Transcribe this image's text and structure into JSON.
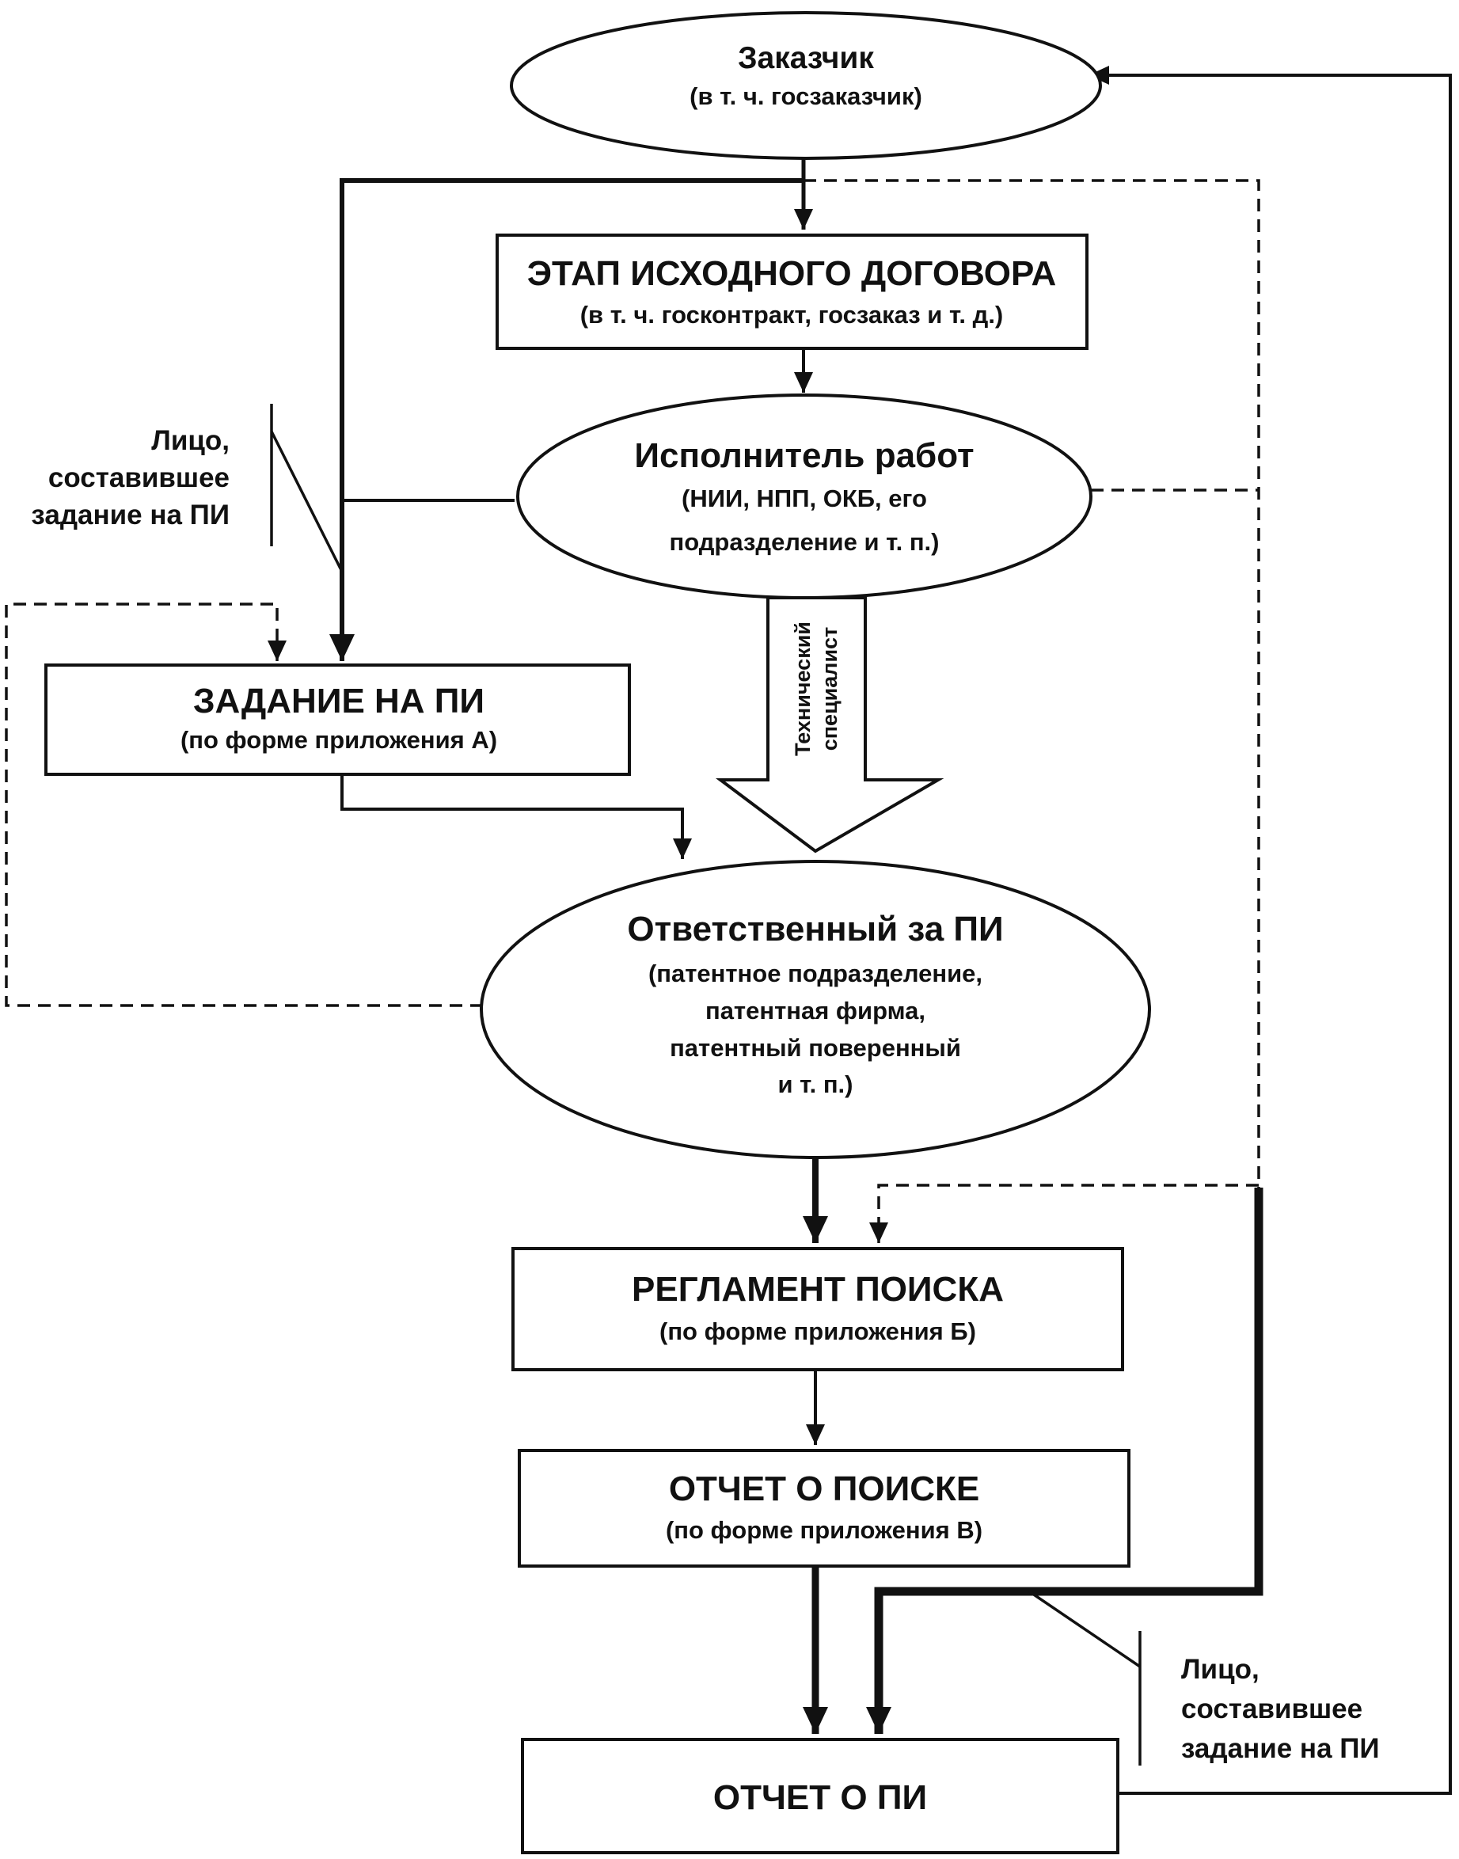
{
  "nodes": {
    "customer": {
      "title": "Заказчик",
      "subtitle": "(в т. ч. госзаказчик)"
    },
    "contract_stage": {
      "title": "ЭТАП ИСХОДНОГО ДОГОВОРА",
      "subtitle": "(в т. ч. госконтракт, госзаказ и т. д.)"
    },
    "executor": {
      "title": "Исполнитель работ",
      "line2": "(НИИ, НПП, ОКБ, его",
      "line3": "подразделение и т. п.)"
    },
    "pi_task": {
      "title": "ЗАДАНИЕ НА ПИ",
      "subtitle": "(по форме приложения А)"
    },
    "responsible": {
      "title": "Ответственный за ПИ",
      "line2": "(патентное подразделение,",
      "line3": "патентная фирма,",
      "line4": "патентный поверенный",
      "line5": "и т. п.)"
    },
    "search_regulation": {
      "title": "РЕГЛАМЕНТ ПОИСКА",
      "subtitle": "(по форме приложения Б)"
    },
    "search_report": {
      "title": "ОТЧЕТ О ПОИСКЕ",
      "subtitle": "(по форме приложения В)"
    },
    "pi_report": {
      "title": "ОТЧЕТ О ПИ"
    }
  },
  "labels": {
    "tech_specialist_1": "Технический",
    "tech_specialist_2": "специалист",
    "author_left_1": "Лицо,",
    "author_left_2": "составившее",
    "author_left_3": "задание на ПИ",
    "author_right_1": "Лицо,",
    "author_right_2": "составившее",
    "author_right_3": "задание на ПИ"
  }
}
